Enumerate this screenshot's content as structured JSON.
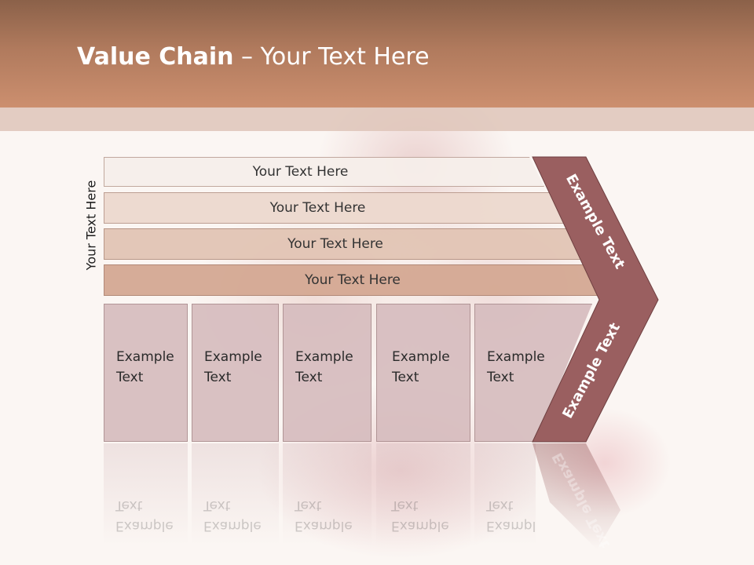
{
  "title": {
    "bold": "Value Chain",
    "rest": " – Your Text Here"
  },
  "side_label": "Your Text Here",
  "bars": [
    {
      "label": "Your Text Here"
    },
    {
      "label": "Your Text Here"
    },
    {
      "label": "Your Text Here"
    },
    {
      "label": "Your Text Here"
    }
  ],
  "boxes": [
    {
      "line1": "Example",
      "line2": "Text"
    },
    {
      "line1": "Example",
      "line2": "Text"
    },
    {
      "line1": "Example",
      "line2": "Text"
    },
    {
      "line1": "Example",
      "line2": "Text"
    },
    {
      "line1": "Example",
      "line2": "Text"
    }
  ],
  "chevron": {
    "upper_label": "Example Text",
    "lower_label": "Example Text",
    "color": "#9a5f60"
  },
  "colors": {
    "header": "#b07a5d",
    "box_fill": "#d6bcbe"
  }
}
